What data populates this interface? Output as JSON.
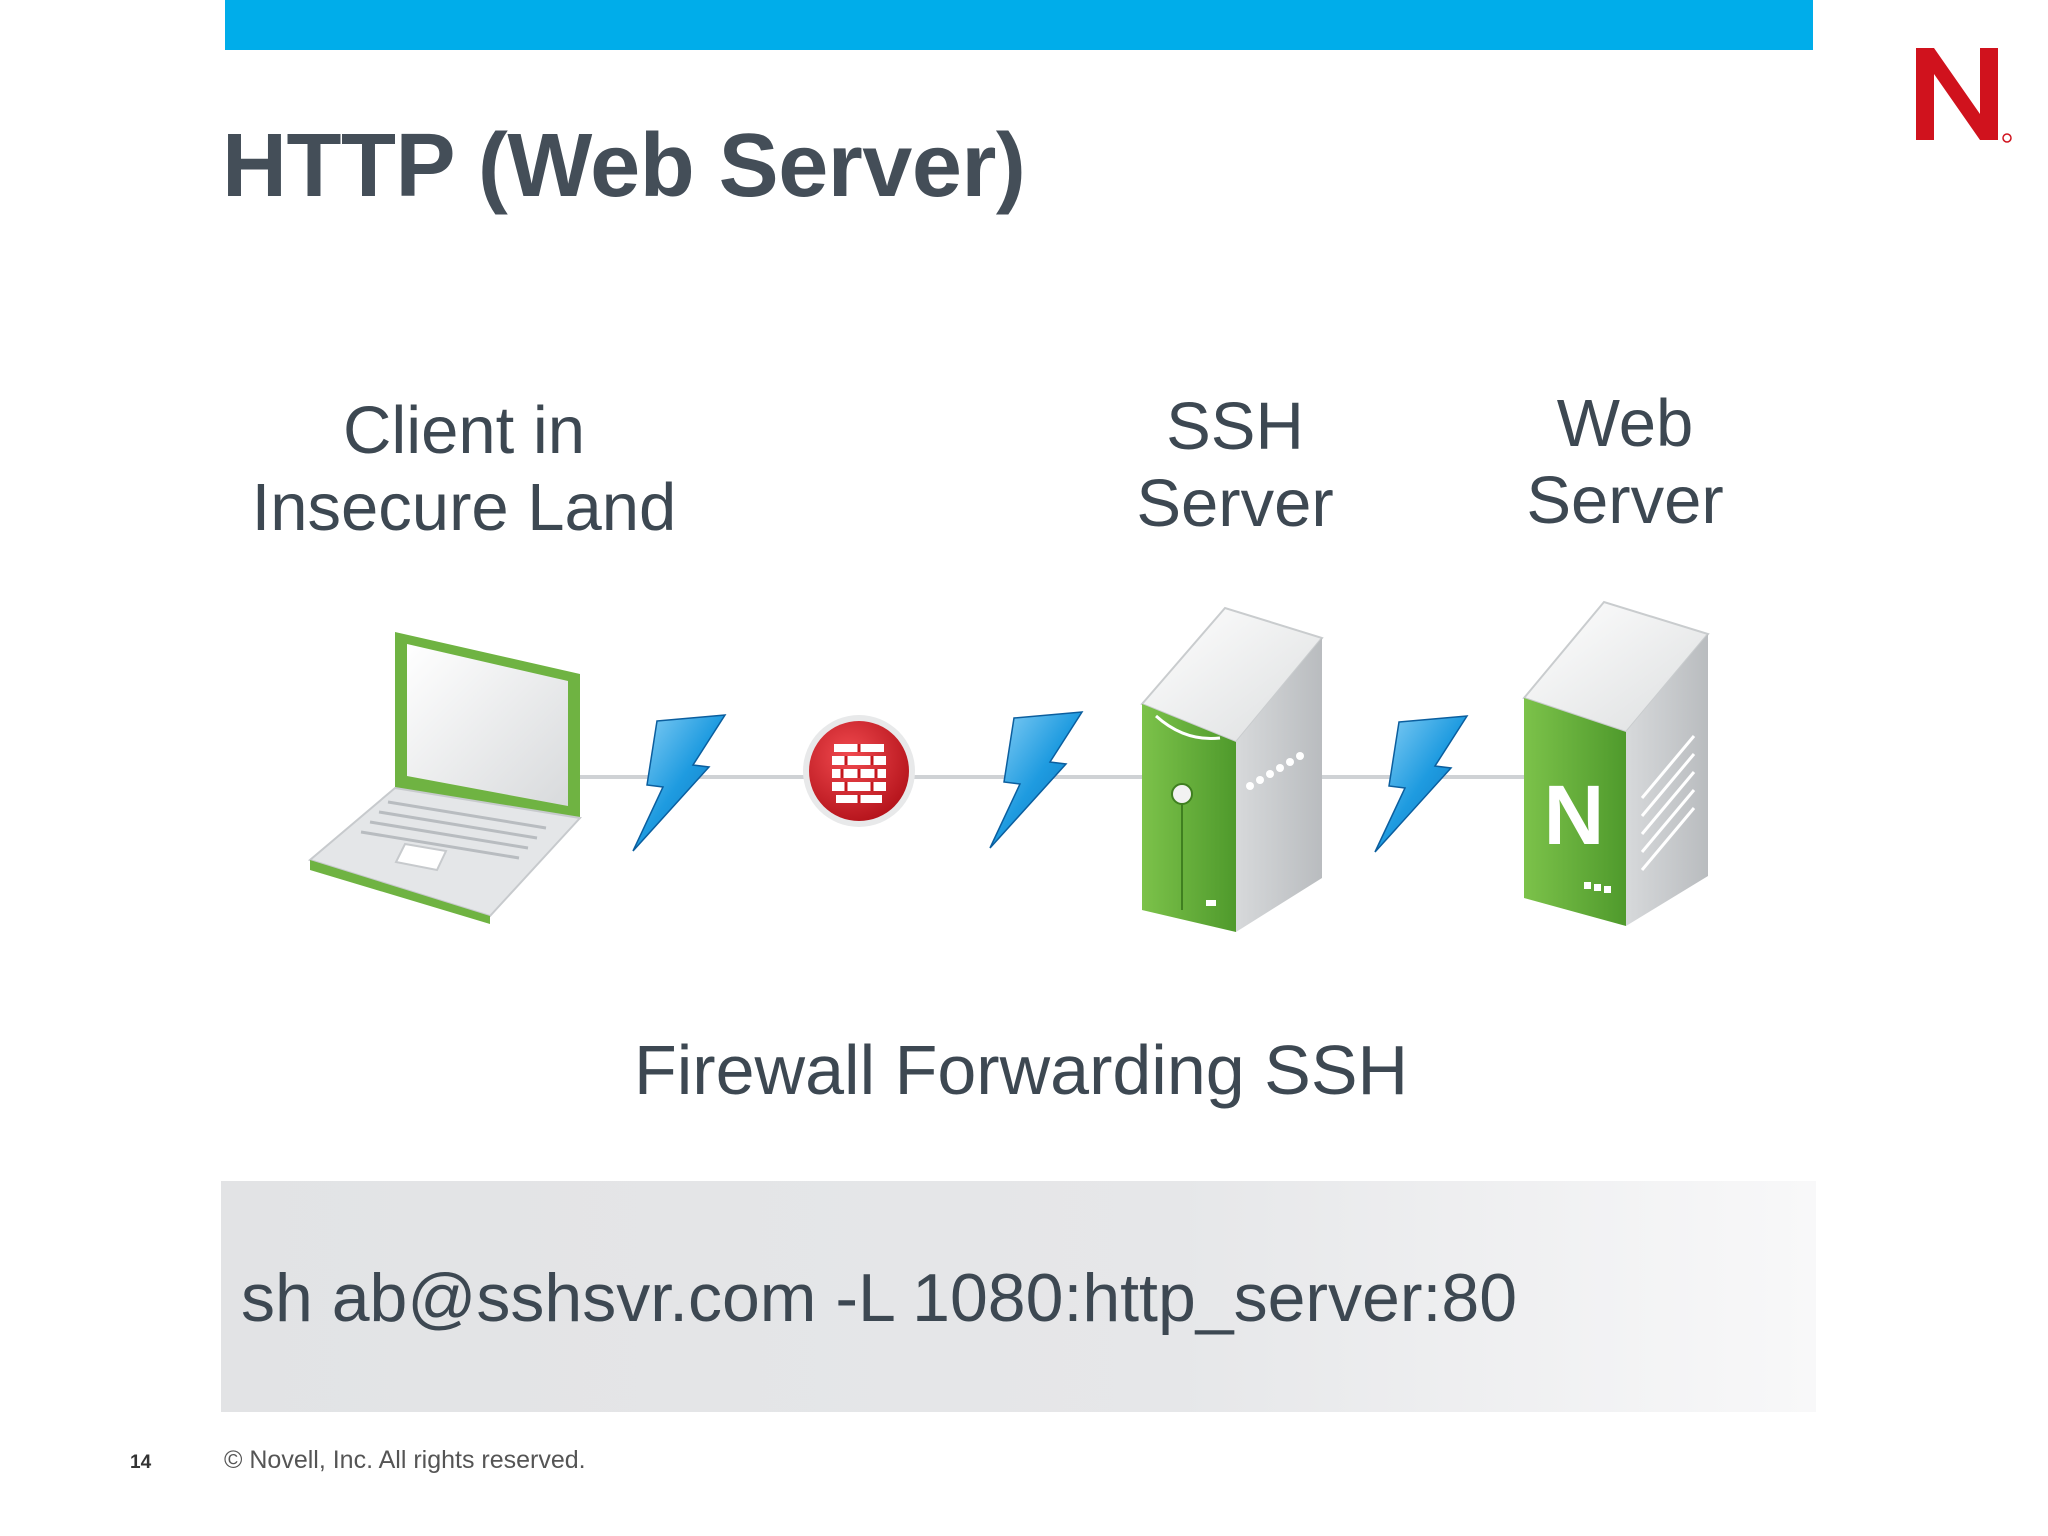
{
  "colors": {
    "accent_bar": "#00adea",
    "brand_red": "#d0121d",
    "title_text": "#444e58",
    "server_green": "#6db33f",
    "bolt_blue": "#1e9be0",
    "firewall_red": "#c4161c"
  },
  "slide": {
    "title": "HTTP (Web Server)",
    "logo_icon": "novell-n-logo"
  },
  "diagram": {
    "nodes": [
      {
        "id": "client",
        "icon": "laptop-icon",
        "label_lines": [
          "Client in",
          "Insecure Land"
        ]
      },
      {
        "id": "firewall",
        "icon": "firewall-icon"
      },
      {
        "id": "ssh-server",
        "icon": "server-icon",
        "label_lines": [
          "SSH",
          "Server"
        ]
      },
      {
        "id": "web-server",
        "icon": "novell-server-icon",
        "label_lines": [
          "Web",
          "Server"
        ]
      }
    ],
    "connection_icon": "lightning-bolt-icon",
    "caption": "Firewall Forwarding SSH"
  },
  "command": {
    "text": "sh ab@sshsvr.com -L 1080:http_server:80"
  },
  "footer": {
    "page_number": "14",
    "copyright": "© Novell, Inc.  All rights reserved."
  }
}
